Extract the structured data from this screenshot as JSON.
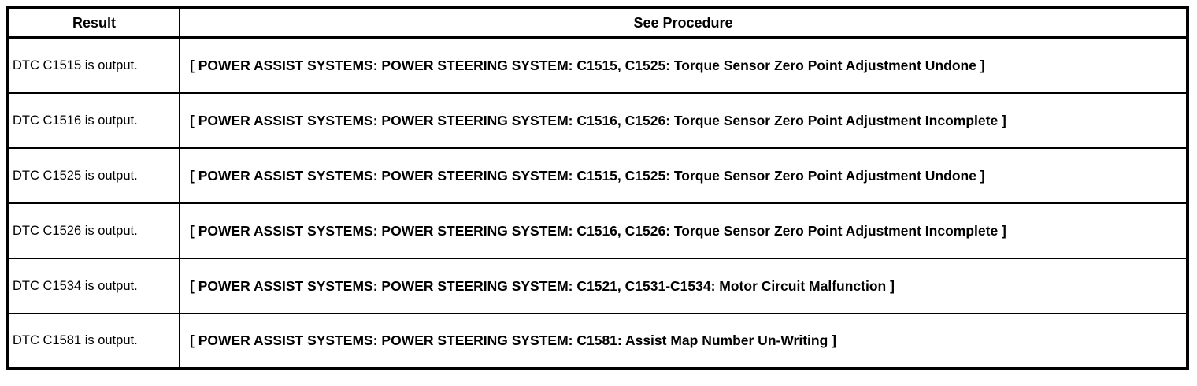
{
  "table": {
    "headers": {
      "result": "Result",
      "procedure": "See Procedure"
    },
    "rows": [
      {
        "result": "DTC C1515 is output.",
        "procedure": "[ POWER ASSIST SYSTEMS: POWER STEERING SYSTEM: C1515, C1525: Torque Sensor Zero Point Adjustment Undone ]"
      },
      {
        "result": "DTC C1516 is output.",
        "procedure": "[ POWER ASSIST SYSTEMS: POWER STEERING SYSTEM: C1516, C1526: Torque Sensor Zero Point Adjustment Incomplete ]"
      },
      {
        "result": "DTC C1525 is output.",
        "procedure": "[ POWER ASSIST SYSTEMS: POWER STEERING SYSTEM: C1515, C1525: Torque Sensor Zero Point Adjustment Undone ]"
      },
      {
        "result": "DTC C1526 is output.",
        "procedure": "[ POWER ASSIST SYSTEMS: POWER STEERING SYSTEM: C1516, C1526: Torque Sensor Zero Point Adjustment Incomplete ]"
      },
      {
        "result": "DTC C1534 is output.",
        "procedure": "[ POWER ASSIST SYSTEMS: POWER STEERING SYSTEM: C1521, C1531-C1534: Motor Circuit Malfunction ]"
      },
      {
        "result": "DTC C1581 is output.",
        "procedure": "[ POWER ASSIST SYSTEMS: POWER STEERING SYSTEM: C1581: Assist Map Number Un-Writing ]"
      }
    ]
  },
  "colors": {
    "border": "#000000",
    "text": "#000000",
    "background": "#ffffff"
  }
}
